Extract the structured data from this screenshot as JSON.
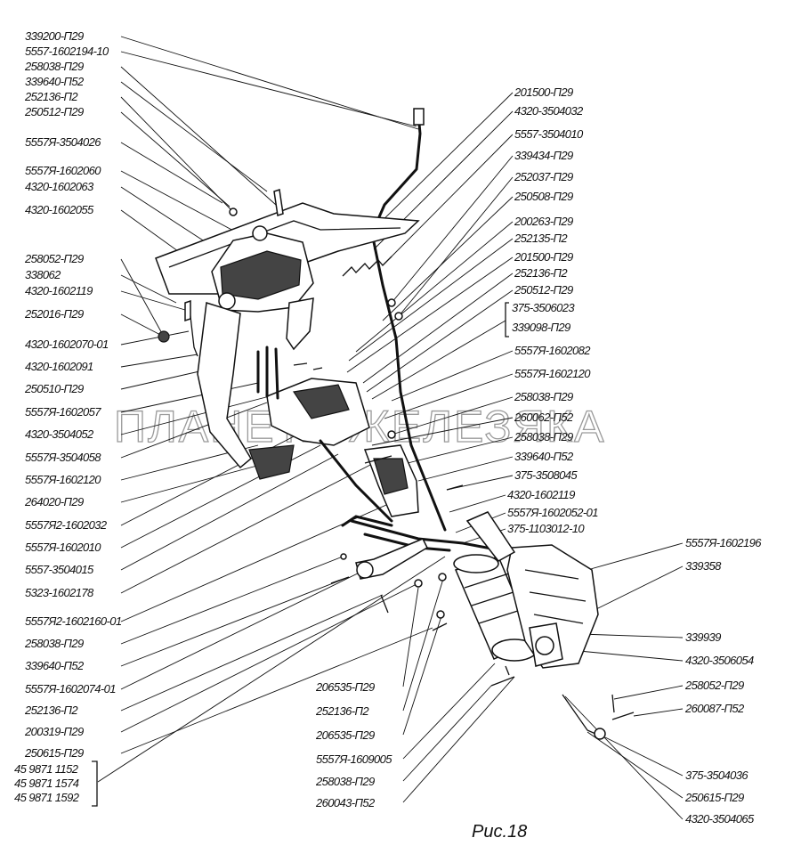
{
  "caption": "Рис.18",
  "watermark": "ПЛАНЕТА ЖЕЛЕЗЯКА",
  "labels_left": [
    "339200-П29",
    "5557-1602194-10",
    "258038-П29",
    "339640-П52",
    "252136-П2",
    "250512-П29",
    "5557Я-3504026",
    "5557Я-1602060",
    "4320-1602063",
    "4320-1602055",
    "258052-П29",
    "338062",
    "4320-1602119",
    "252016-П29",
    "4320-1602070-01",
    "4320-1602091",
    "250510-П29",
    "5557Я-1602057",
    "4320-3504052",
    "5557Я-3504058",
    "5557Я-1602120",
    "264020-П29",
    "5557Я2-1602032",
    "5557Я-1602010",
    "5557-3504015",
    "5323-1602178",
    "5557Я2-1602160-01",
    "258038-П29",
    "339640-П52",
    "5557Я-1602074-01",
    "252136-П2",
    "200319-П29",
    "250615-П29"
  ],
  "labels_left_group": [
    "45 9871 1152",
    "45 9871 1574",
    "45 9871 1592"
  ],
  "labels_right_top": [
    "201500-П29",
    "4320-3504032",
    "5557-3504010",
    "339434-П29",
    "252037-П29",
    "250508-П29",
    "200263-П29",
    "252135-П2",
    "201500-П29",
    "252136-П2",
    "250512-П29"
  ],
  "labels_right_group": [
    "375-3506023",
    "339098-П29"
  ],
  "labels_right_mid": [
    "5557Я-1602082",
    "5557Я-1602120",
    "258038-П29",
    "260062-П52",
    "258038-П29",
    "339640-П52",
    "375-3508045",
    "4320-1602119",
    "5557Я-1602052-01",
    "375-1103012-10"
  ],
  "labels_right_side": [
    "5557Я-1602196",
    "339358",
    "339939",
    "4320-3506054",
    "258052-П29",
    "260087-П52",
    "375-3504036",
    "250615-П29",
    "4320-3504065"
  ],
  "labels_bottom_mid": [
    "206535-П29",
    "252136-П2",
    "206535-П29",
    "5557Я-1609005",
    "258038-П29",
    "260043-П52"
  ]
}
